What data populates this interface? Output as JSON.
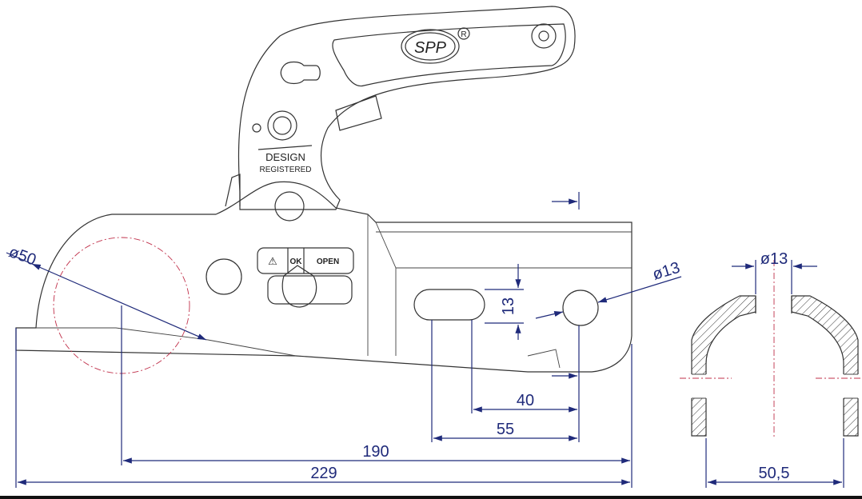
{
  "drawing": {
    "logo": {
      "text": "SPP",
      "registered": "R"
    },
    "stamp": {
      "line1": "DESIGN",
      "line2": "REGISTERED"
    },
    "indicator": {
      "ok": "OK",
      "open": "OPEN"
    }
  },
  "dimensions": {
    "ball_diameter": "ø50",
    "hole_diameter": "ø13",
    "slot_height": "13",
    "d40": "40",
    "d55": "55",
    "d190": "190",
    "d229": "229",
    "section_hole": "ø13",
    "section_width": "50,5"
  },
  "colors": {
    "dimension": "#1f2a7a",
    "centerline": "#c0304a",
    "outline": "#333333"
  }
}
